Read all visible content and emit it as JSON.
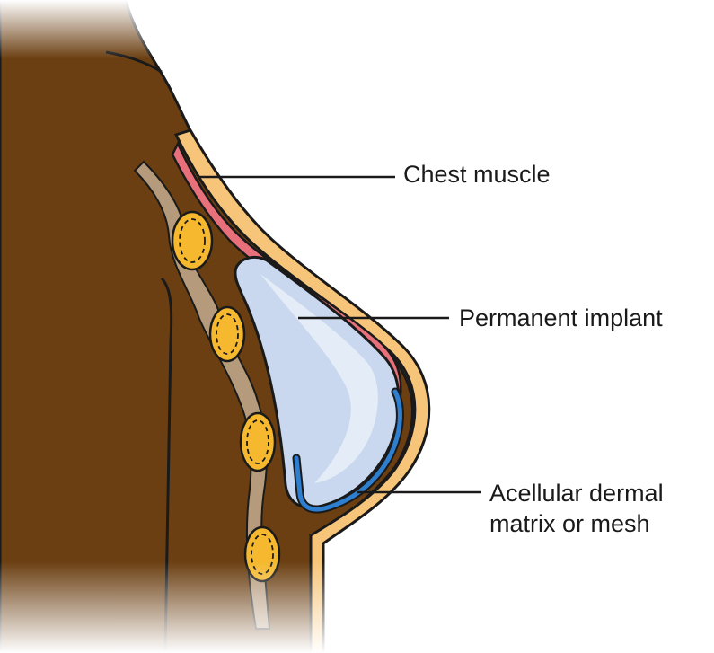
{
  "labels": {
    "chest_muscle": "Chest muscle",
    "permanent_implant": "Permanent implant",
    "adm_line1": "Acellular dermal",
    "adm_line2": "matrix or mesh"
  },
  "colors": {
    "skin": "#6b3f12",
    "outline": "#1a1a1a",
    "fat_layer": "#f7c57a",
    "muscle": "#e8707a",
    "implant": "#c9d8ee",
    "implant_highlight": "#e4ecf7",
    "mesh": "#2f7fd0",
    "fat_lobule": "#f5b82e",
    "connective_tissue": "#b59a7c",
    "leader_line": "#1a1a1a"
  }
}
